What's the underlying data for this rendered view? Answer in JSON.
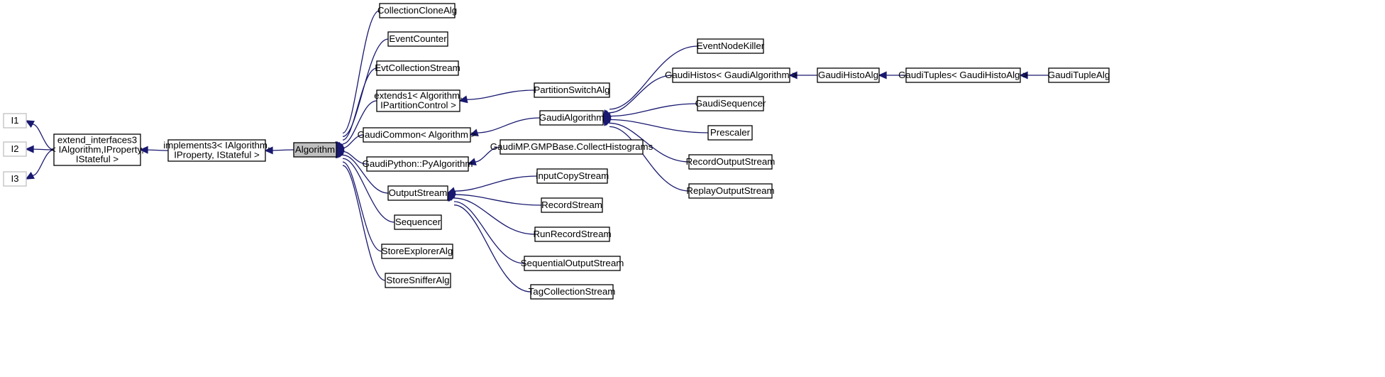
{
  "diagram": {
    "title": "",
    "colors": {
      "edge": "#191970",
      "focus_fill": "#bfbfbf",
      "ghost_border": "#bfbfbf",
      "border": "#000000"
    },
    "nodes": [
      {
        "id": "I1",
        "lines": [
          "I1"
        ],
        "style": "ghost"
      },
      {
        "id": "I2",
        "lines": [
          "I2"
        ],
        "style": "ghost"
      },
      {
        "id": "I3",
        "lines": [
          "I3"
        ],
        "style": "ghost"
      },
      {
        "id": "extend_interfaces3",
        "lines": [
          "extend_interfaces3",
          "< IAlgorithm,IProperty,",
          "IStateful >"
        ],
        "style": "normal"
      },
      {
        "id": "implements3",
        "lines": [
          "implements3< IAlgorithm,",
          "IProperty, IStateful >"
        ],
        "style": "normal"
      },
      {
        "id": "Algorithm",
        "lines": [
          "Algorithm"
        ],
        "style": "focus"
      },
      {
        "id": "CollectionCloneAlg",
        "lines": [
          "CollectionCloneAlg"
        ],
        "style": "normal"
      },
      {
        "id": "EventCounter",
        "lines": [
          "EventCounter"
        ],
        "style": "normal"
      },
      {
        "id": "EvtCollectionStream",
        "lines": [
          "EvtCollectionStream"
        ],
        "style": "normal"
      },
      {
        "id": "extends1",
        "lines": [
          "extends1< Algorithm,",
          "IPartitionControl >"
        ],
        "style": "normal"
      },
      {
        "id": "GaudiCommon",
        "lines": [
          "GaudiCommon< Algorithm >"
        ],
        "style": "normal"
      },
      {
        "id": "PyAlgorithm",
        "lines": [
          "GaudiPython::PyAlgorithm"
        ],
        "style": "normal"
      },
      {
        "id": "OutputStream",
        "lines": [
          "OutputStream"
        ],
        "style": "normal"
      },
      {
        "id": "Sequencer",
        "lines": [
          "Sequencer"
        ],
        "style": "normal"
      },
      {
        "id": "StoreExplorerAlg",
        "lines": [
          "StoreExplorerAlg"
        ],
        "style": "normal"
      },
      {
        "id": "StoreSnifferAlg",
        "lines": [
          "StoreSnifferAlg"
        ],
        "style": "normal"
      },
      {
        "id": "PartitionSwitchAlg",
        "lines": [
          "PartitionSwitchAlg"
        ],
        "style": "normal"
      },
      {
        "id": "GaudiAlgorithm",
        "lines": [
          "GaudiAlgorithm"
        ],
        "style": "normal"
      },
      {
        "id": "CollectHistograms",
        "lines": [
          "GaudiMP.GMPBase.CollectHistograms"
        ],
        "style": "normal"
      },
      {
        "id": "InputCopyStream",
        "lines": [
          "InputCopyStream"
        ],
        "style": "normal"
      },
      {
        "id": "RecordStream",
        "lines": [
          "RecordStream"
        ],
        "style": "normal"
      },
      {
        "id": "RunRecordStream",
        "lines": [
          "RunRecordStream"
        ],
        "style": "normal"
      },
      {
        "id": "SequentialOutputStream",
        "lines": [
          "SequentialOutputStream"
        ],
        "style": "normal"
      },
      {
        "id": "TagCollectionStream",
        "lines": [
          "TagCollectionStream"
        ],
        "style": "normal"
      },
      {
        "id": "EventNodeKiller",
        "lines": [
          "EventNodeKiller"
        ],
        "style": "normal"
      },
      {
        "id": "GaudiHistos",
        "lines": [
          "GaudiHistos< GaudiAlgorithm >"
        ],
        "style": "normal"
      },
      {
        "id": "GaudiSequencer",
        "lines": [
          "GaudiSequencer"
        ],
        "style": "normal"
      },
      {
        "id": "Prescaler",
        "lines": [
          "Prescaler"
        ],
        "style": "normal"
      },
      {
        "id": "RecordOutputStream",
        "lines": [
          "RecordOutputStream"
        ],
        "style": "normal"
      },
      {
        "id": "ReplayOutputStream",
        "lines": [
          "ReplayOutputStream"
        ],
        "style": "normal"
      },
      {
        "id": "GaudiHistoAlg",
        "lines": [
          "GaudiHistoAlg"
        ],
        "style": "normal"
      },
      {
        "id": "GaudiTuples",
        "lines": [
          "GaudiTuples< GaudiHistoAlg >"
        ],
        "style": "normal"
      },
      {
        "id": "GaudiTupleAlg",
        "lines": [
          "GaudiTupleAlg"
        ],
        "style": "normal"
      }
    ],
    "edges": [
      {
        "child": "extend_interfaces3",
        "parent": "I1"
      },
      {
        "child": "extend_interfaces3",
        "parent": "I2"
      },
      {
        "child": "extend_interfaces3",
        "parent": "I3"
      },
      {
        "child": "implements3",
        "parent": "extend_interfaces3"
      },
      {
        "child": "Algorithm",
        "parent": "implements3"
      },
      {
        "child": "CollectionCloneAlg",
        "parent": "Algorithm"
      },
      {
        "child": "EventCounter",
        "parent": "Algorithm"
      },
      {
        "child": "EvtCollectionStream",
        "parent": "Algorithm"
      },
      {
        "child": "extends1",
        "parent": "Algorithm"
      },
      {
        "child": "GaudiCommon",
        "parent": "Algorithm"
      },
      {
        "child": "PyAlgorithm",
        "parent": "Algorithm"
      },
      {
        "child": "OutputStream",
        "parent": "Algorithm"
      },
      {
        "child": "Sequencer",
        "parent": "Algorithm"
      },
      {
        "child": "StoreExplorerAlg",
        "parent": "Algorithm"
      },
      {
        "child": "StoreSnifferAlg",
        "parent": "Algorithm"
      },
      {
        "child": "PartitionSwitchAlg",
        "parent": "extends1"
      },
      {
        "child": "GaudiAlgorithm",
        "parent": "GaudiCommon"
      },
      {
        "child": "CollectHistograms",
        "parent": "PyAlgorithm"
      },
      {
        "child": "InputCopyStream",
        "parent": "OutputStream"
      },
      {
        "child": "RecordStream",
        "parent": "OutputStream"
      },
      {
        "child": "RunRecordStream",
        "parent": "OutputStream"
      },
      {
        "child": "SequentialOutputStream",
        "parent": "OutputStream"
      },
      {
        "child": "TagCollectionStream",
        "parent": "OutputStream"
      },
      {
        "child": "EventNodeKiller",
        "parent": "GaudiAlgorithm"
      },
      {
        "child": "GaudiHistos",
        "parent": "GaudiAlgorithm"
      },
      {
        "child": "GaudiSequencer",
        "parent": "GaudiAlgorithm"
      },
      {
        "child": "Prescaler",
        "parent": "GaudiAlgorithm"
      },
      {
        "child": "RecordOutputStream",
        "parent": "GaudiAlgorithm"
      },
      {
        "child": "ReplayOutputStream",
        "parent": "GaudiAlgorithm"
      },
      {
        "child": "GaudiHistoAlg",
        "parent": "GaudiHistos"
      },
      {
        "child": "GaudiTuples",
        "parent": "GaudiHistoAlg"
      },
      {
        "child": "GaudiTupleAlg",
        "parent": "GaudiTuples"
      }
    ]
  }
}
